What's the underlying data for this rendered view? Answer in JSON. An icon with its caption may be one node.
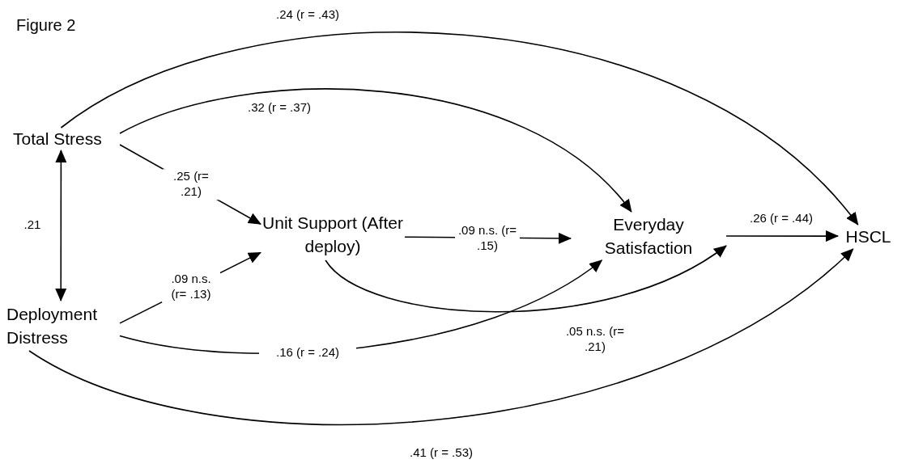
{
  "diagram": {
    "title": "Figure 2",
    "nodes": [
      {
        "text": [
          "Total Stress"
        ]
      },
      {
        "text": [
          "Deployment Distress"
        ]
      },
      {
        "text": [
          "Unit Support (After deploy)"
        ]
      },
      {
        "text": [
          "Everyday Satisfaction"
        ]
      },
      {
        "text": [
          "HSCL"
        ]
      }
    ],
    "edges": [
      {
        "from": 0,
        "to": 4,
        "arrow": "to",
        "label": ".24 (r = .43)"
      },
      {
        "from": 0,
        "to": 3,
        "arrow": "to",
        "label": ".32 (r = .37)"
      },
      {
        "from": 0,
        "to": 2,
        "arrow": "to",
        "label": ".25 (r= .21)"
      },
      {
        "from": 0,
        "to": 1,
        "arrow": "both",
        "label": ".21"
      },
      {
        "from": 1,
        "to": 2,
        "arrow": "to",
        "label": ".09 n.s. (r= .13)"
      },
      {
        "from": 2,
        "to": 3,
        "arrow": "to",
        "label": ".09 n.s. (r= .15)"
      },
      {
        "from": 3,
        "to": 4,
        "arrow": "to",
        "label": ".26 (r = .44)"
      },
      {
        "from": 2,
        "to": 3,
        "arrow": "to",
        "label": ".05 n.s. (r= .21)"
      },
      {
        "from": 1,
        "to": 3,
        "arrow": "to",
        "label": ".16 (r = .24)"
      },
      {
        "from": 1,
        "to": 4,
        "arrow": "to",
        "label": ".41 (r = .53)"
      }
    ]
  }
}
